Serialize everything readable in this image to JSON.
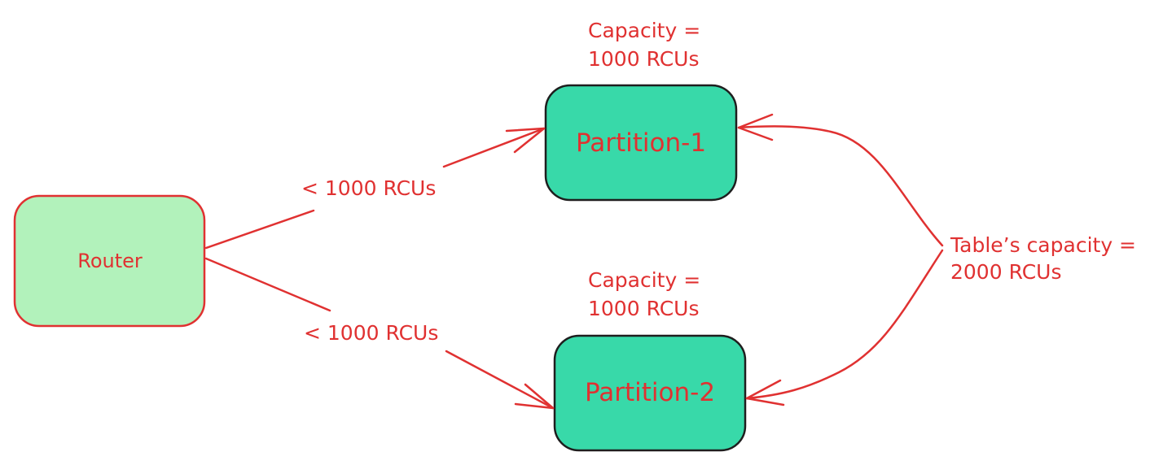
{
  "nodes": {
    "router": {
      "label": "Router",
      "fill": "#b2f2bb",
      "stroke": "#e03131"
    },
    "partition1": {
      "label": "Partition-1",
      "fill": "#38d9a9",
      "stroke": "#1e1e1e"
    },
    "partition2": {
      "label": "Partition-2",
      "fill": "#38d9a9",
      "stroke": "#1e1e1e"
    }
  },
  "annotations": {
    "partition1_capacity_line1": "Capacity =",
    "partition1_capacity_line2": "1000 RCUs",
    "partition2_capacity_line1": "Capacity =",
    "partition2_capacity_line2": "1000 RCUs",
    "edge_to_partition1": "< 1000 RCUs",
    "edge_to_partition2": "< 1000 RCUs",
    "table_capacity_line1": "Table’s capacity =",
    "table_capacity_line2": "2000 RCUs"
  },
  "colors": {
    "accent": "#e03131",
    "background": "#ffffff"
  }
}
